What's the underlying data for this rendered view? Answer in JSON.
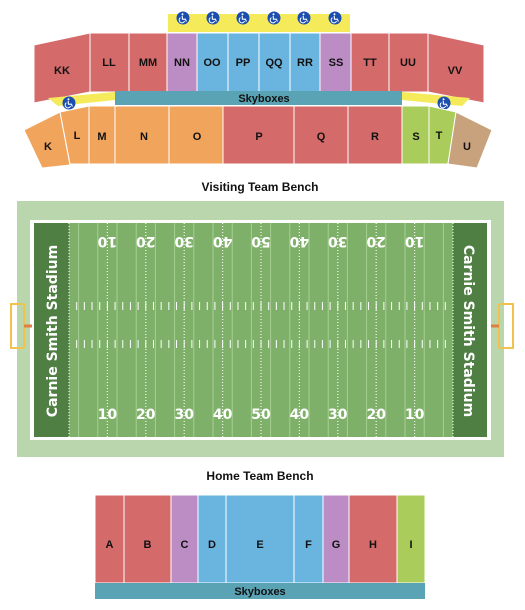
{
  "colors": {
    "red": "#d46a6a",
    "orange": "#f0a45c",
    "purple": "#bc8dc4",
    "blue": "#6ab4e0",
    "lime": "#a9cc5a",
    "tan": "#c8a27c",
    "skybox": "#5aa3b5",
    "yellow": "#f5ea5a",
    "field_border": "#b9d6ad",
    "turf": "#7fb069",
    "endzone": "#4f7f43",
    "goalpost": "#f2c24e"
  },
  "icons": [
    "wheelchair-icon"
  ],
  "labels": {
    "visiting_bench": "Visiting Team Bench",
    "home_bench": "Home Team Bench",
    "skyboxes": "Skyboxes",
    "stadium": "Carnie Smith Stadium"
  },
  "yard_numbers": [
    "10",
    "20",
    "30",
    "40",
    "50",
    "40",
    "30",
    "20",
    "10"
  ],
  "upper_sections": [
    {
      "label": "KK",
      "color": "red"
    },
    {
      "label": "LL",
      "color": "red"
    },
    {
      "label": "MM",
      "color": "red"
    },
    {
      "label": "NN",
      "color": "purple"
    },
    {
      "label": "OO",
      "color": "blue"
    },
    {
      "label": "PP",
      "color": "blue"
    },
    {
      "label": "QQ",
      "color": "blue"
    },
    {
      "label": "RR",
      "color": "blue"
    },
    {
      "label": "SS",
      "color": "purple"
    },
    {
      "label": "TT",
      "color": "red"
    },
    {
      "label": "UU",
      "color": "red"
    },
    {
      "label": "VV",
      "color": "red"
    }
  ],
  "lower_sections": [
    {
      "label": "K",
      "color": "orange"
    },
    {
      "label": "L",
      "color": "orange"
    },
    {
      "label": "M",
      "color": "orange"
    },
    {
      "label": "N",
      "color": "orange"
    },
    {
      "label": "O",
      "color": "orange"
    },
    {
      "label": "P",
      "color": "red"
    },
    {
      "label": "Q",
      "color": "red"
    },
    {
      "label": "R",
      "color": "red"
    },
    {
      "label": "S",
      "color": "lime"
    },
    {
      "label": "T",
      "color": "lime"
    },
    {
      "label": "U",
      "color": "tan"
    }
  ],
  "home_sections": [
    {
      "label": "A",
      "color": "red"
    },
    {
      "label": "B",
      "color": "red"
    },
    {
      "label": "C",
      "color": "purple"
    },
    {
      "label": "D",
      "color": "blue"
    },
    {
      "label": "E",
      "color": "blue"
    },
    {
      "label": "F",
      "color": "blue"
    },
    {
      "label": "G",
      "color": "purple"
    },
    {
      "label": "H",
      "color": "red"
    },
    {
      "label": "I",
      "color": "lime"
    }
  ]
}
